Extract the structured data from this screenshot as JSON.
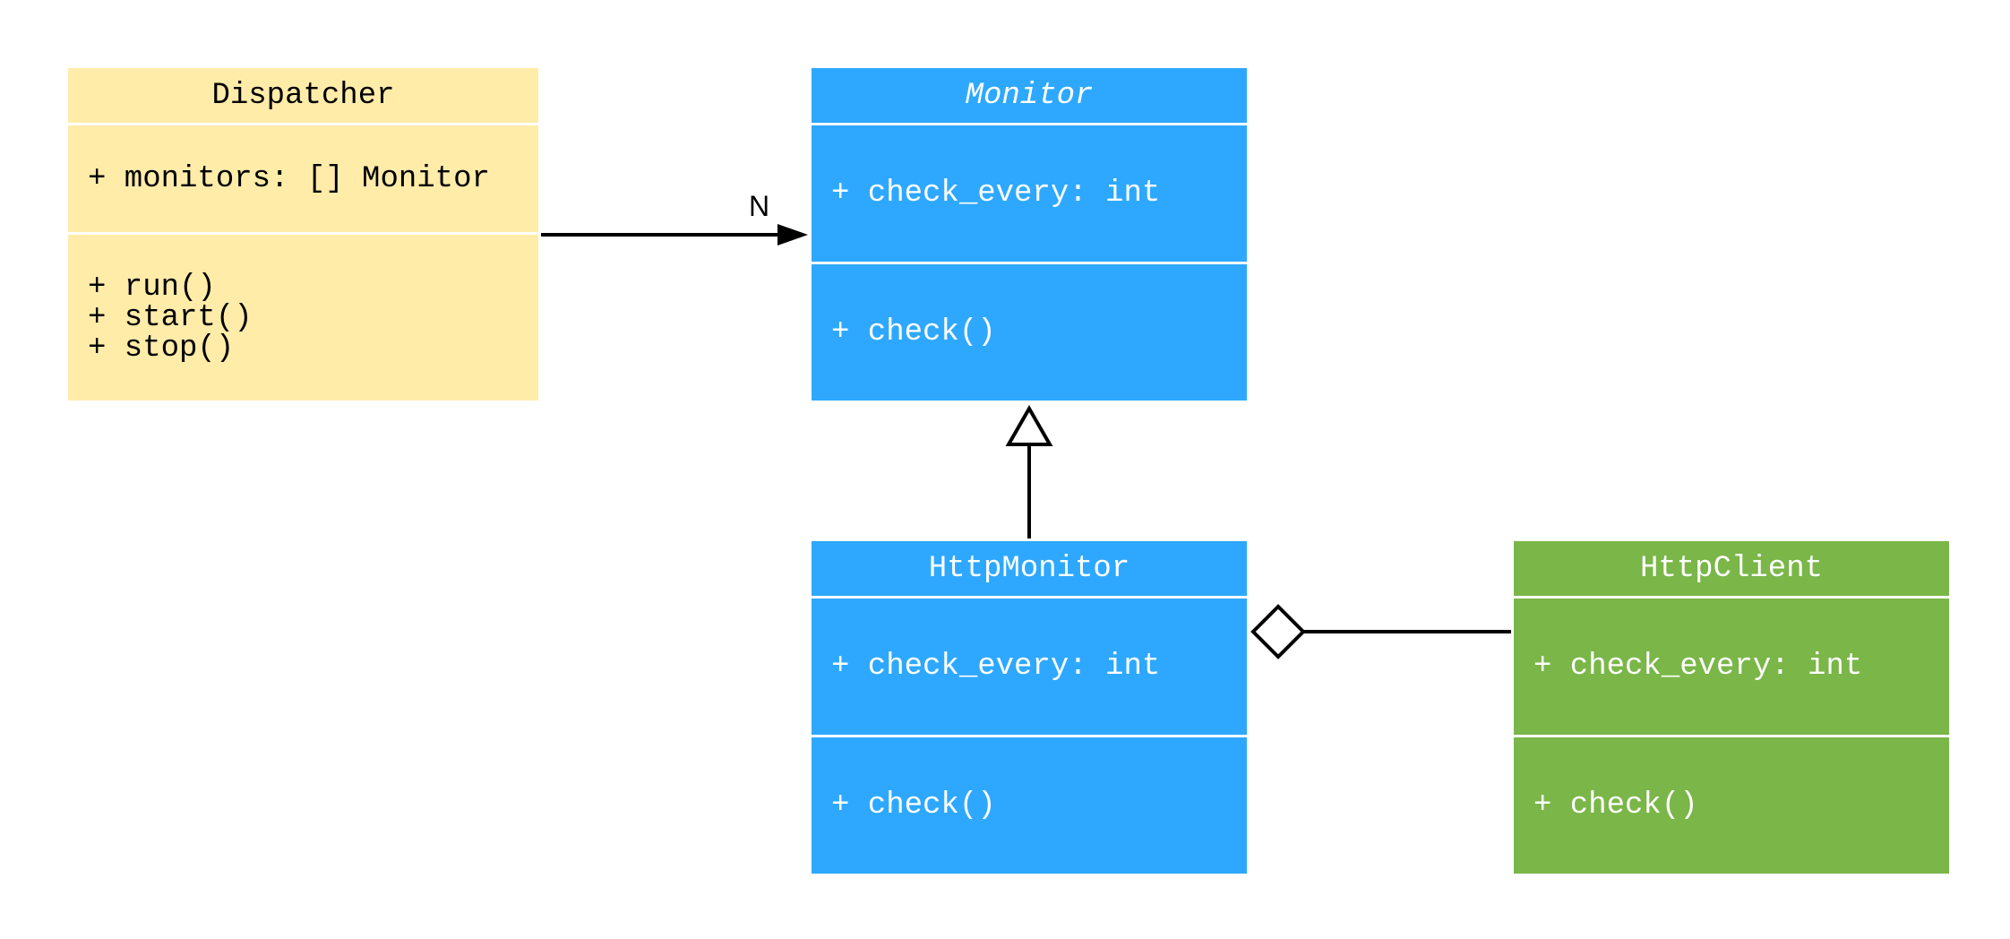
{
  "classes": {
    "dispatcher": {
      "name": "Dispatcher",
      "attributes": "+ monitors: [] Monitor",
      "methods": "+ run()\n+ start()\n+ stop()",
      "color": "#FFECA9"
    },
    "monitor": {
      "name": "Monitor",
      "attributes": "+ check_every: int",
      "methods": "+ check()",
      "color": "#2EA8FF"
    },
    "http_monitor": {
      "name": "HttpMonitor",
      "attributes": "+ check_every: int",
      "methods": "+ check()",
      "color": "#2EA8FF"
    },
    "http_client": {
      "name": "HttpClient",
      "attributes": "+ check_every: int",
      "methods": "+ check()",
      "color": "#7AB648"
    }
  },
  "relations": {
    "association": {
      "from": "Dispatcher",
      "to": "Monitor",
      "multiplicity": "N"
    },
    "inheritance": {
      "from": "HttpMonitor",
      "to": "Monitor"
    },
    "aggregation": {
      "whole": "HttpMonitor",
      "part": "HttpClient"
    }
  }
}
